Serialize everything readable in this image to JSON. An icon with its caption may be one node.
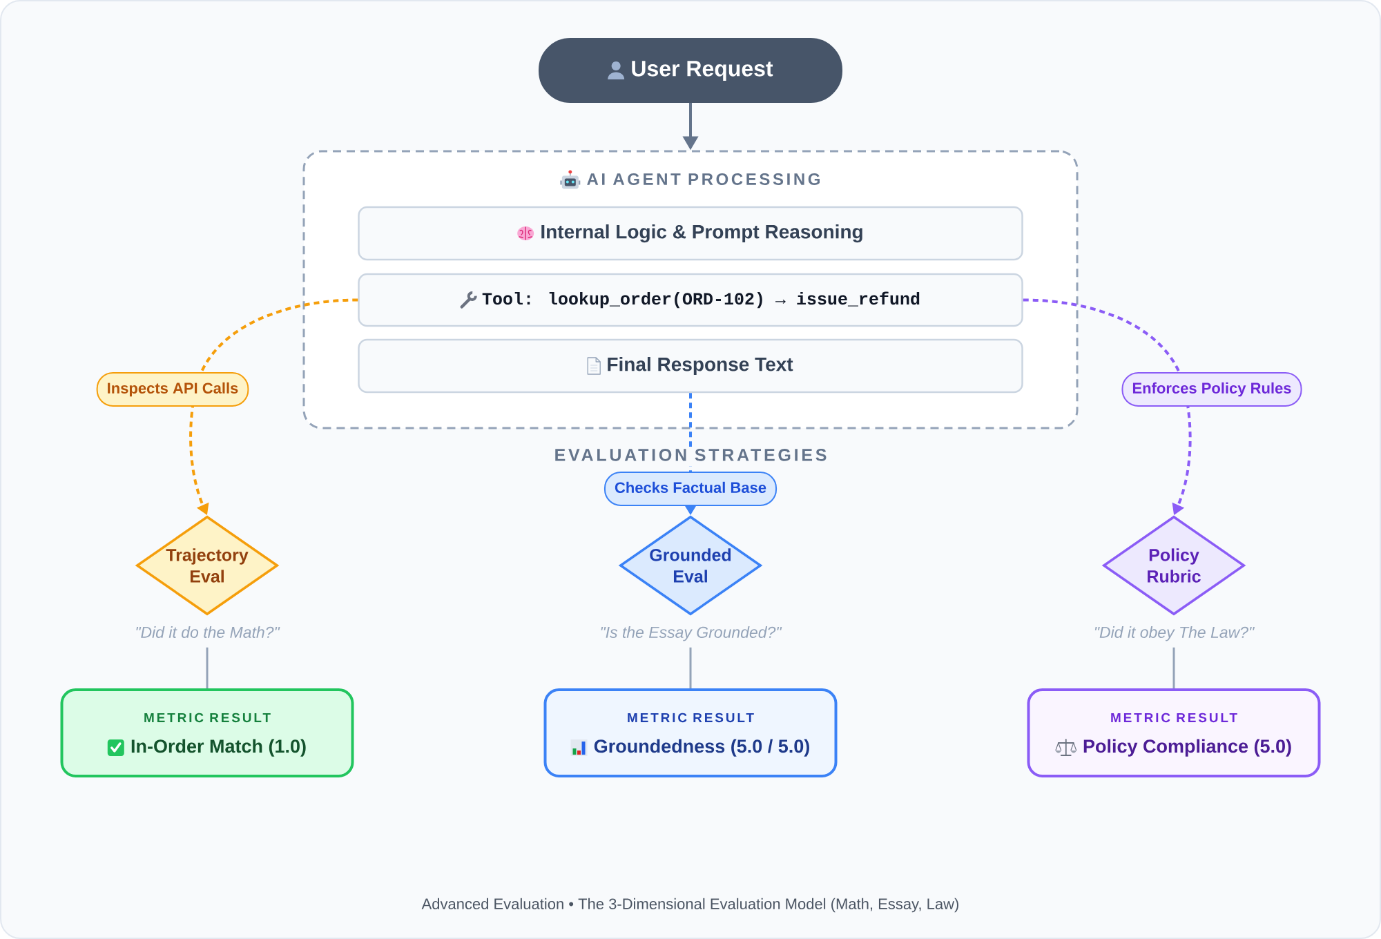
{
  "diagram": {
    "caption": "Advanced Evaluation • The 3-Dimensional Evaluation Model (Math, Essay, Law)",
    "nodes": [
      {
        "text": [
          "User Request"
        ]
      },
      {
        "text": [
          "AI AGENT PROCESSING"
        ]
      },
      {
        "text": [
          "Internal Logic & Prompt Reasoning"
        ],
        "in": 1
      },
      {
        "text": [
          "Tool: lookup_order(ORD-102) → issue_refund"
        ],
        "in": 1
      },
      {
        "text": [
          "Final Response Text"
        ],
        "in": 1
      },
      {
        "text": [
          "Trajectory Eval"
        ],
        "beside": [
          "\"Did it do the Math?\""
        ]
      },
      {
        "text": [
          "Grounded Eval"
        ],
        "beside": [
          "\"Is the Essay Grounded?\""
        ]
      },
      {
        "text": [
          "Policy Rubric"
        ],
        "beside": [
          "\"Did it obey The Law?\""
        ]
      },
      {
        "text": [
          "METRIC RESULT",
          "In-Order Match (1.0)"
        ]
      },
      {
        "text": [
          "METRIC RESULT",
          "Groundedness (5.0 / 5.0)"
        ]
      },
      {
        "text": [
          "METRIC RESULT",
          "Policy Compliance (5.0)"
        ]
      }
    ],
    "edges": [
      {
        "from": 0,
        "to": 1,
        "arrow": "to",
        "color": "#64748b"
      },
      {
        "from": 3,
        "to": 5,
        "arrow": "to",
        "label": "Inspects API Calls",
        "style": "dashed",
        "color": "#f59e0b"
      },
      {
        "from": 4,
        "to": 6,
        "arrow": "to",
        "label": "Checks Factual Base",
        "style": "dashed",
        "color": "#3b82f6"
      },
      {
        "from": 3,
        "to": 7,
        "arrow": "to",
        "label": "Enforces Policy Rules",
        "style": "dashed",
        "color": "#8b5cf6"
      },
      {
        "from": 5,
        "to": 8,
        "arrow": "none"
      },
      {
        "from": 6,
        "to": 9,
        "arrow": "none"
      },
      {
        "from": 7,
        "to": 10,
        "arrow": "none"
      }
    ],
    "labels": [
      "EVALUATION STRATEGIES"
    ]
  }
}
